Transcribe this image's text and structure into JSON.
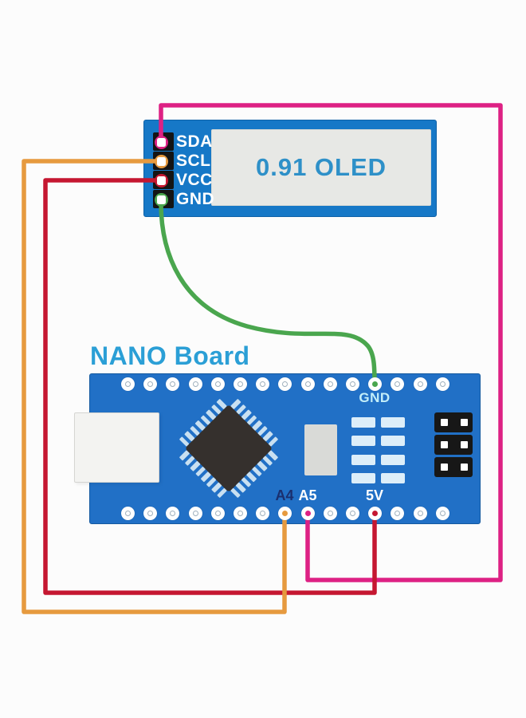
{
  "colors": {
    "background": "#fcfcfc"
  },
  "oled_module": {
    "screen_label": "0.91 OLED",
    "board_color": "#1678c7",
    "screen_bg": "#e7e8e5",
    "screen_text_color": "#2e90c8",
    "pins": [
      {
        "id": "sda",
        "label": "SDA"
      },
      {
        "id": "scl",
        "label": "SCL"
      },
      {
        "id": "vcc",
        "label": "VCC"
      },
      {
        "id": "gnd",
        "label": "GND"
      }
    ]
  },
  "nano_board": {
    "title": "NANO Board",
    "title_color": "#2b9fd6",
    "board_color": "#2170c6",
    "pin_labels": [
      {
        "id": "gnd",
        "label": "GND",
        "color": "#c3eef9"
      },
      {
        "id": "a4",
        "label": "A4",
        "color": "#1a2f6e"
      },
      {
        "id": "a5",
        "label": "A5",
        "color": "#ffffff"
      },
      {
        "id": "5v",
        "label": "5V",
        "color": "#ffffff"
      }
    ]
  },
  "wires": [
    {
      "id": "sda",
      "color": "#dd2184",
      "from": "OLED SDA",
      "to": "NANO A5"
    },
    {
      "id": "scl",
      "color": "#e69a3f",
      "from": "OLED SCL",
      "to": "NANO A4"
    },
    {
      "id": "vcc",
      "color": "#c51731",
      "from": "OLED VCC",
      "to": "NANO 5V"
    },
    {
      "id": "gnd",
      "color": "#4aa64e",
      "from": "OLED GND",
      "to": "NANO GND"
    }
  ]
}
